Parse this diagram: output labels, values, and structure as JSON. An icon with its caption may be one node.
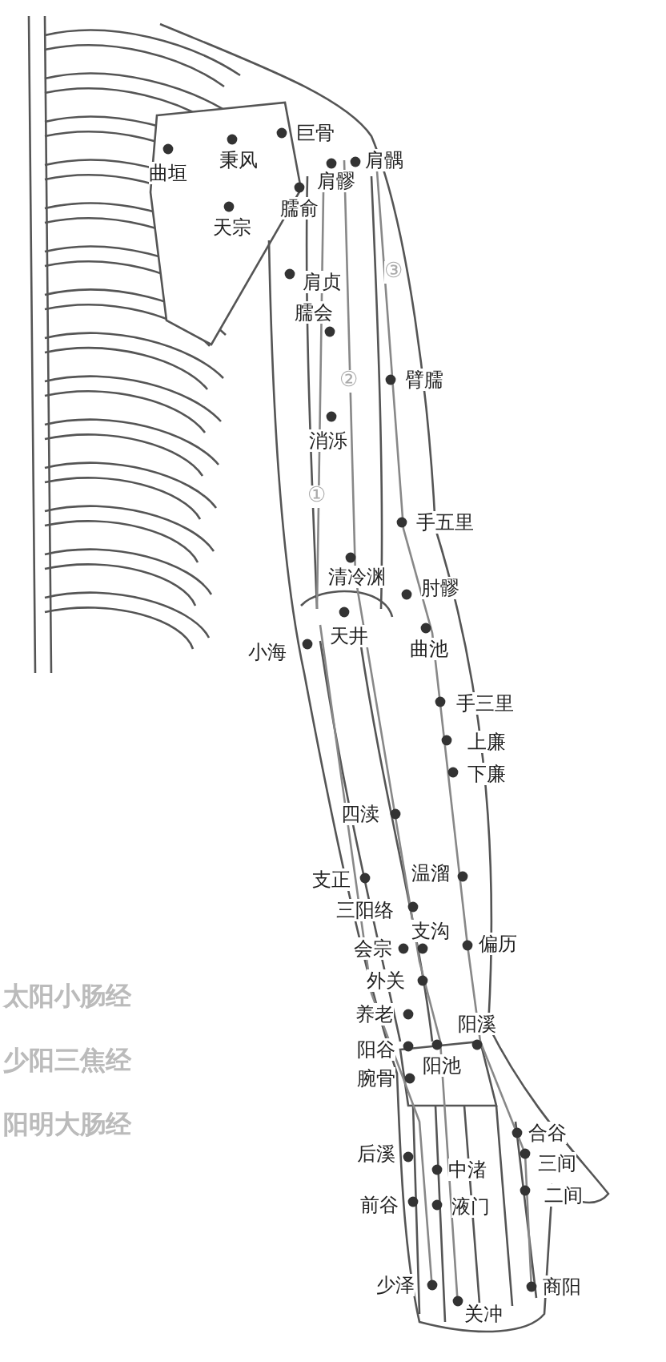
{
  "diagram": {
    "labels": [
      "巨骨",
      "秉风",
      "曲垣",
      "肩髃",
      "肩髎",
      "臑俞",
      "天宗",
      "③",
      "肩贞",
      "臑会",
      "②",
      "臂臑",
      "消泺",
      "①",
      "手五里",
      "清冷渊",
      "肘髎",
      "天井",
      "小海",
      "曲池",
      "手三里",
      "上廉",
      "下廉",
      "四渎",
      "温溜",
      "支正",
      "三阳络",
      "支沟",
      "偏历",
      "会宗",
      "外关",
      "养老",
      "阳溪",
      "阳谷",
      "阳池",
      "腕骨",
      "合谷",
      "后溪",
      "三间",
      "中渚",
      "二间",
      "前谷",
      "液门",
      "少泽",
      "商阳",
      "关冲",
      "太阳小肠经",
      "少阳三焦经",
      "阳明大肠经"
    ]
  }
}
